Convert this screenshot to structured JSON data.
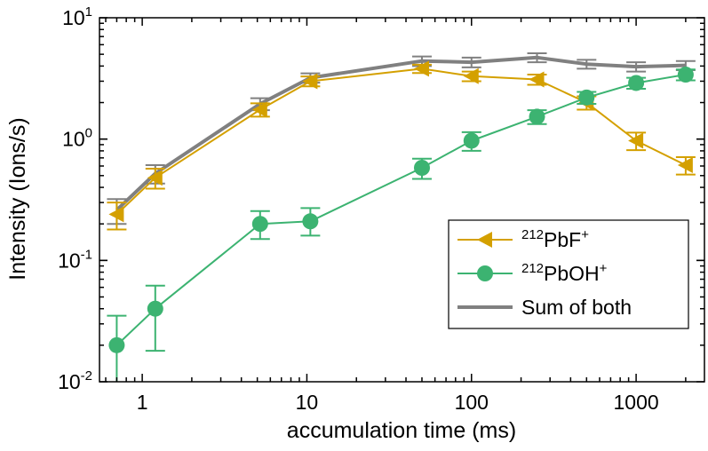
{
  "chart_data": {
    "type": "line",
    "xlabel": "accumulation time (ms)",
    "ylabel": "Intensity (Ions/s)",
    "x_scale": "log",
    "y_scale": "log",
    "xlim": [
      0.55,
      2600
    ],
    "ylim": [
      0.01,
      10
    ],
    "x_ticks": [
      {
        "value": 1,
        "label": "1"
      },
      {
        "value": 10,
        "label": "10"
      },
      {
        "value": 100,
        "label": "100"
      },
      {
        "value": 1000,
        "label": "1000"
      }
    ],
    "y_ticks": [
      {
        "value": 10,
        "base": "10",
        "exp": "1"
      },
      {
        "value": 1,
        "base": "10",
        "exp": "0"
      },
      {
        "value": 0.1,
        "base": "10",
        "exp": "-1"
      },
      {
        "value": 0.01,
        "base": "10",
        "exp": "-2"
      }
    ],
    "legend_position": "lower-right",
    "series": [
      {
        "name": "PbF",
        "legend_mass": "212",
        "legend_label": "PbF",
        "legend_charge": "+",
        "color": "#d4a000",
        "marker": "left-triangle",
        "x": [
          0.7,
          1.2,
          5.2,
          10.5,
          50,
          100,
          250,
          500,
          1000,
          2000
        ],
        "y": [
          0.24,
          0.48,
          1.75,
          3.0,
          3.8,
          3.3,
          3.1,
          2.0,
          0.97,
          0.61
        ],
        "err": [
          0.06,
          0.09,
          0.22,
          0.28,
          0.3,
          0.3,
          0.3,
          0.25,
          0.16,
          0.1
        ]
      },
      {
        "name": "PbOH",
        "legend_mass": "212",
        "legend_label": "PbOH",
        "legend_charge": "+",
        "color": "#3cb371",
        "marker": "circle",
        "x": [
          0.7,
          1.2,
          5.2,
          10.5,
          50,
          100,
          250,
          500,
          1000,
          2000
        ],
        "y": [
          0.02,
          0.04,
          0.2,
          0.21,
          0.58,
          0.97,
          1.53,
          2.2,
          2.9,
          3.4
        ],
        "err_low": [
          0.011,
          0.022,
          0.05,
          0.05,
          0.11,
          0.17,
          0.2,
          0.25,
          0.3,
          0.35
        ],
        "err_high": [
          0.015,
          0.022,
          0.055,
          0.06,
          0.11,
          0.17,
          0.2,
          0.25,
          0.3,
          0.35
        ]
      },
      {
        "name": "Sum of both",
        "legend_label": "Sum of both",
        "color": "#808080",
        "marker": "none",
        "x": [
          0.7,
          1.2,
          5.2,
          10.5,
          50,
          100,
          250,
          500,
          1000,
          2000
        ],
        "y": [
          0.26,
          0.52,
          1.95,
          3.2,
          4.4,
          4.3,
          4.7,
          4.15,
          3.95,
          4.05
        ],
        "err": [
          0.06,
          0.09,
          0.22,
          0.28,
          0.4,
          0.4,
          0.4,
          0.35,
          0.35,
          0.35
        ]
      }
    ]
  }
}
